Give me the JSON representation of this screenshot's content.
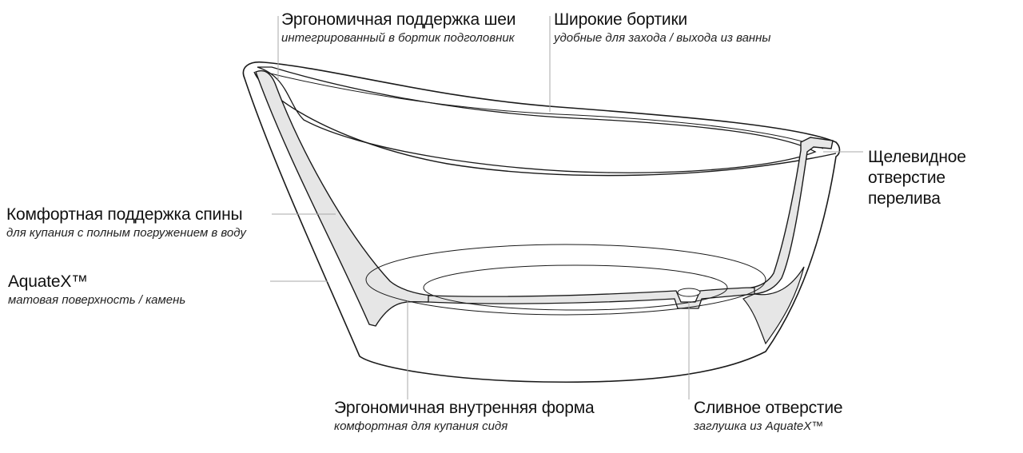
{
  "labels": {
    "neck": {
      "title": "Эргономичная поддержка шеи",
      "subtitle": "интегрированный в бортик подголовник"
    },
    "rims": {
      "title": "Широкие бортики",
      "subtitle": "удобные для захода / выхода из ванны"
    },
    "overflow": {
      "line1": "Щелевидное",
      "line2": "отверстие",
      "line3": "перелива"
    },
    "back": {
      "title": "Комфортная поддержка спины",
      "subtitle": "для купания с полным погружением в воду"
    },
    "material": {
      "title": "AquateX™",
      "subtitle": "матовая поверхность / камень"
    },
    "inner": {
      "title": "Эргономичная внутренняя форма",
      "subtitle": "комфортная для купания сидя"
    },
    "drain": {
      "title": "Сливное отверстие",
      "subtitle": "заглушка из AquateX™"
    }
  },
  "colors": {
    "outline": "#1a1a1a",
    "section_fill": "#e6e6e6",
    "callout": "#a8a8a8"
  }
}
